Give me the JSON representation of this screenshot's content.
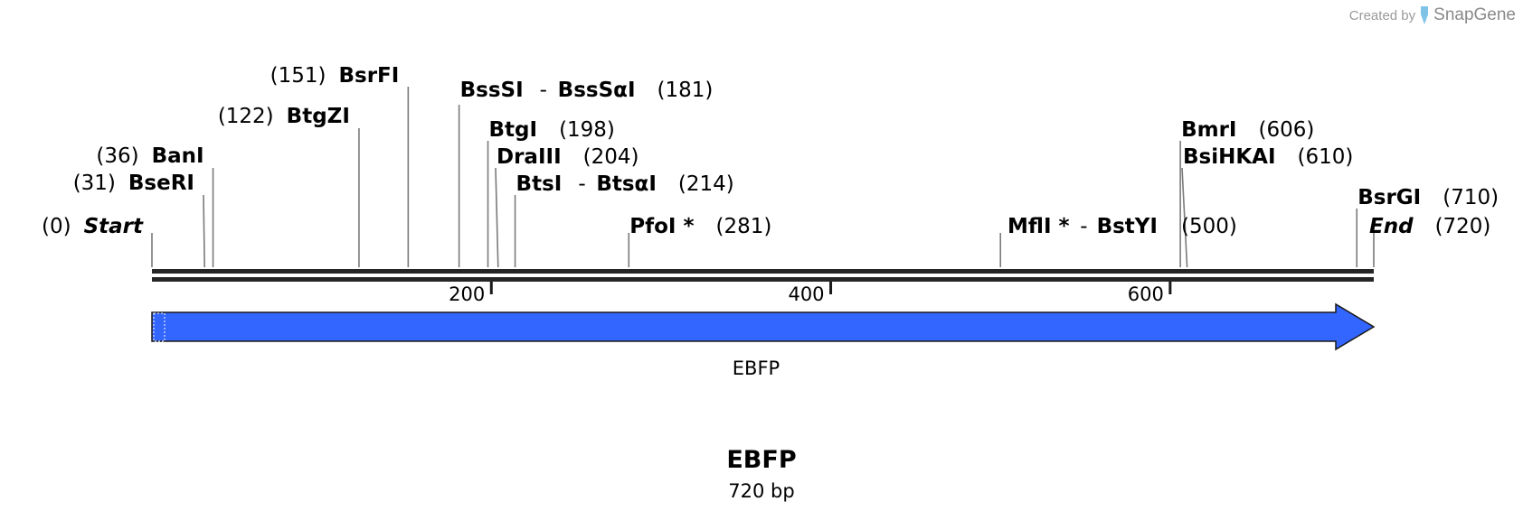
{
  "watermark": {
    "created_by": "Created by",
    "brand": "SnapGene",
    "icon": "snapgene-logo-icon"
  },
  "sequence": {
    "name": "EBFP",
    "length_label": "720 bp",
    "length_bp": 720
  },
  "ruler": {
    "ticks": [
      200,
      400,
      600
    ]
  },
  "feature": {
    "label": "EBFP",
    "start": 1,
    "end": 720,
    "direction": "forward",
    "color": "#3366ff"
  },
  "sites": [
    {
      "id": "start",
      "name": "Start",
      "pos": 0,
      "pos_label": "(0)",
      "italic": true
    },
    {
      "id": "bseri",
      "name": "BseRI",
      "pos": 31,
      "pos_label": "(31)"
    },
    {
      "id": "bani",
      "name": "BanI",
      "pos": 36,
      "pos_label": "(36)"
    },
    {
      "id": "btgzi",
      "name": "BtgZI",
      "pos": 122,
      "pos_label": "(122)"
    },
    {
      "id": "bsrfi",
      "name": "BsrFI",
      "pos": 151,
      "pos_label": "(151)"
    },
    {
      "id": "bsssi",
      "name": "BssSI",
      "name2": "BssSαI",
      "pos": 181,
      "pos_label": "(181)"
    },
    {
      "id": "btgi",
      "name": "BtgI",
      "pos": 198,
      "pos_label": "(198)"
    },
    {
      "id": "draiii",
      "name": "DraIII",
      "pos": 204,
      "pos_label": "(204)"
    },
    {
      "id": "btsi",
      "name": "BtsI",
      "name2": "BtsαI",
      "pos": 214,
      "pos_label": "(214)"
    },
    {
      "id": "pfoi",
      "name": "PfoI *",
      "pos": 281,
      "pos_label": "(281)"
    },
    {
      "id": "mfli",
      "name": "MflI *",
      "name2": "BstYI",
      "pos": 500,
      "pos_label": "(500)"
    },
    {
      "id": "bmri",
      "name": "BmrI",
      "pos": 606,
      "pos_label": "(606)"
    },
    {
      "id": "bsihkai",
      "name": "BsiHKAI",
      "pos": 610,
      "pos_label": "(610)"
    },
    {
      "id": "bsrgi",
      "name": "BsrGI",
      "pos": 710,
      "pos_label": "(710)"
    },
    {
      "id": "end",
      "name": "End",
      "pos": 720,
      "pos_label": "(720)",
      "italic": true
    }
  ]
}
